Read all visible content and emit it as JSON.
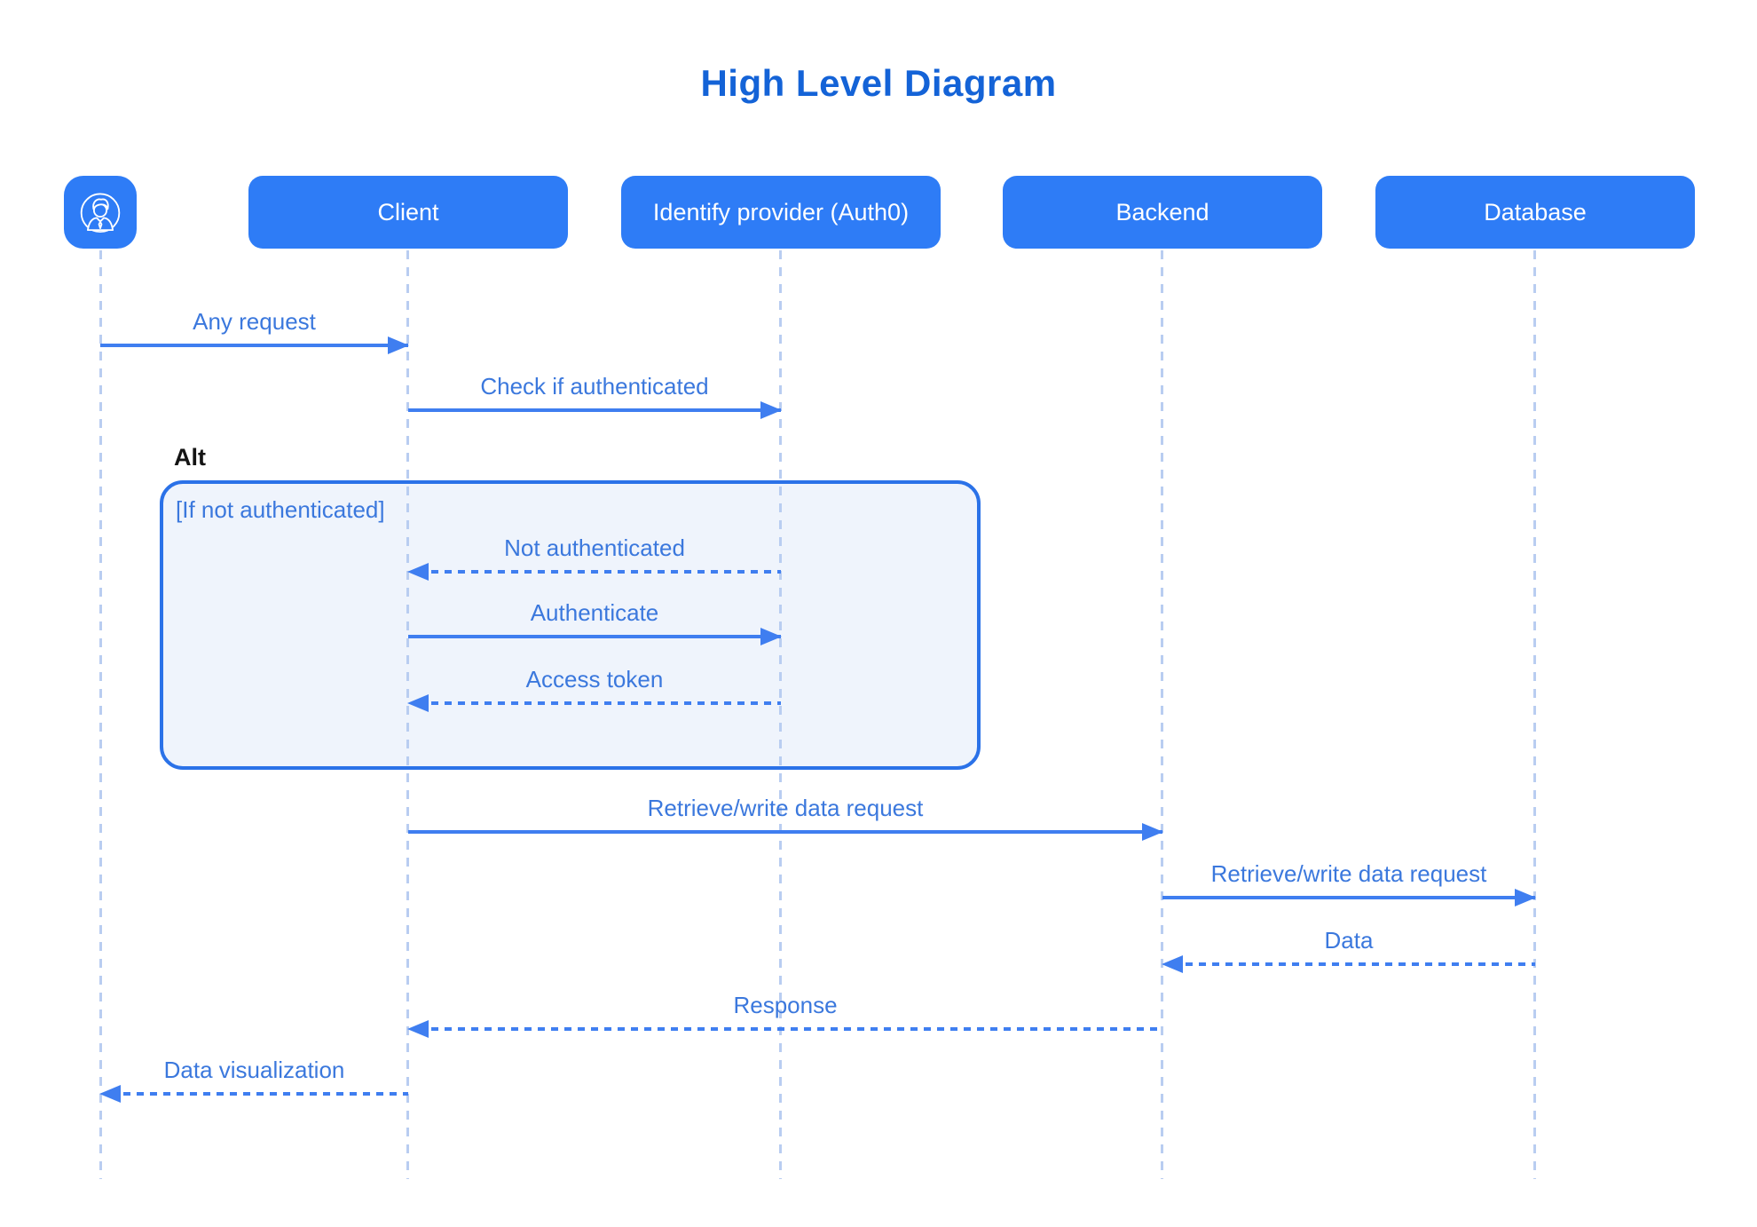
{
  "title": "High Level Diagram",
  "colors": {
    "actor_fill": "#2e7cf6",
    "title_text": "#1463d7",
    "message_text": "#3b78dd",
    "arrow": "#3f7ef0",
    "lifeline": "#b9cdf1",
    "alt_border": "#2b72e8",
    "alt_fill": "#eff4fc"
  },
  "actors": [
    {
      "id": "user",
      "label": "",
      "icon": "user-avatar-icon"
    },
    {
      "id": "client",
      "label": "Client"
    },
    {
      "id": "identity_provider",
      "label": "Identify provider (Auth0)"
    },
    {
      "id": "backend",
      "label": "Backend"
    },
    {
      "id": "database",
      "label": "Database"
    }
  ],
  "fragment": {
    "type_label": "Alt",
    "guard": "[If not authenticated]"
  },
  "messages": [
    {
      "label": "Any request",
      "from": "user",
      "to": "client",
      "style": "solid",
      "direction": "right"
    },
    {
      "label": "Check if authenticated",
      "from": "client",
      "to": "identity_provider",
      "style": "solid",
      "direction": "right"
    },
    {
      "label": "Not authenticated",
      "from": "identity_provider",
      "to": "client",
      "style": "dashed",
      "direction": "left",
      "in_fragment": true
    },
    {
      "label": "Authenticate",
      "from": "client",
      "to": "identity_provider",
      "style": "solid",
      "direction": "right",
      "in_fragment": true
    },
    {
      "label": "Access token",
      "from": "identity_provider",
      "to": "client",
      "style": "dashed",
      "direction": "left",
      "in_fragment": true
    },
    {
      "label": "Retrieve/write data request",
      "from": "client",
      "to": "backend",
      "style": "solid",
      "direction": "right"
    },
    {
      "label": "Retrieve/write data request",
      "from": "backend",
      "to": "database",
      "style": "solid",
      "direction": "right"
    },
    {
      "label": "Data",
      "from": "database",
      "to": "backend",
      "style": "dashed",
      "direction": "left"
    },
    {
      "label": "Response",
      "from": "backend",
      "to": "client",
      "style": "dashed",
      "direction": "left"
    },
    {
      "label": "Data visualization",
      "from": "client",
      "to": "user",
      "style": "dashed",
      "direction": "left"
    }
  ]
}
